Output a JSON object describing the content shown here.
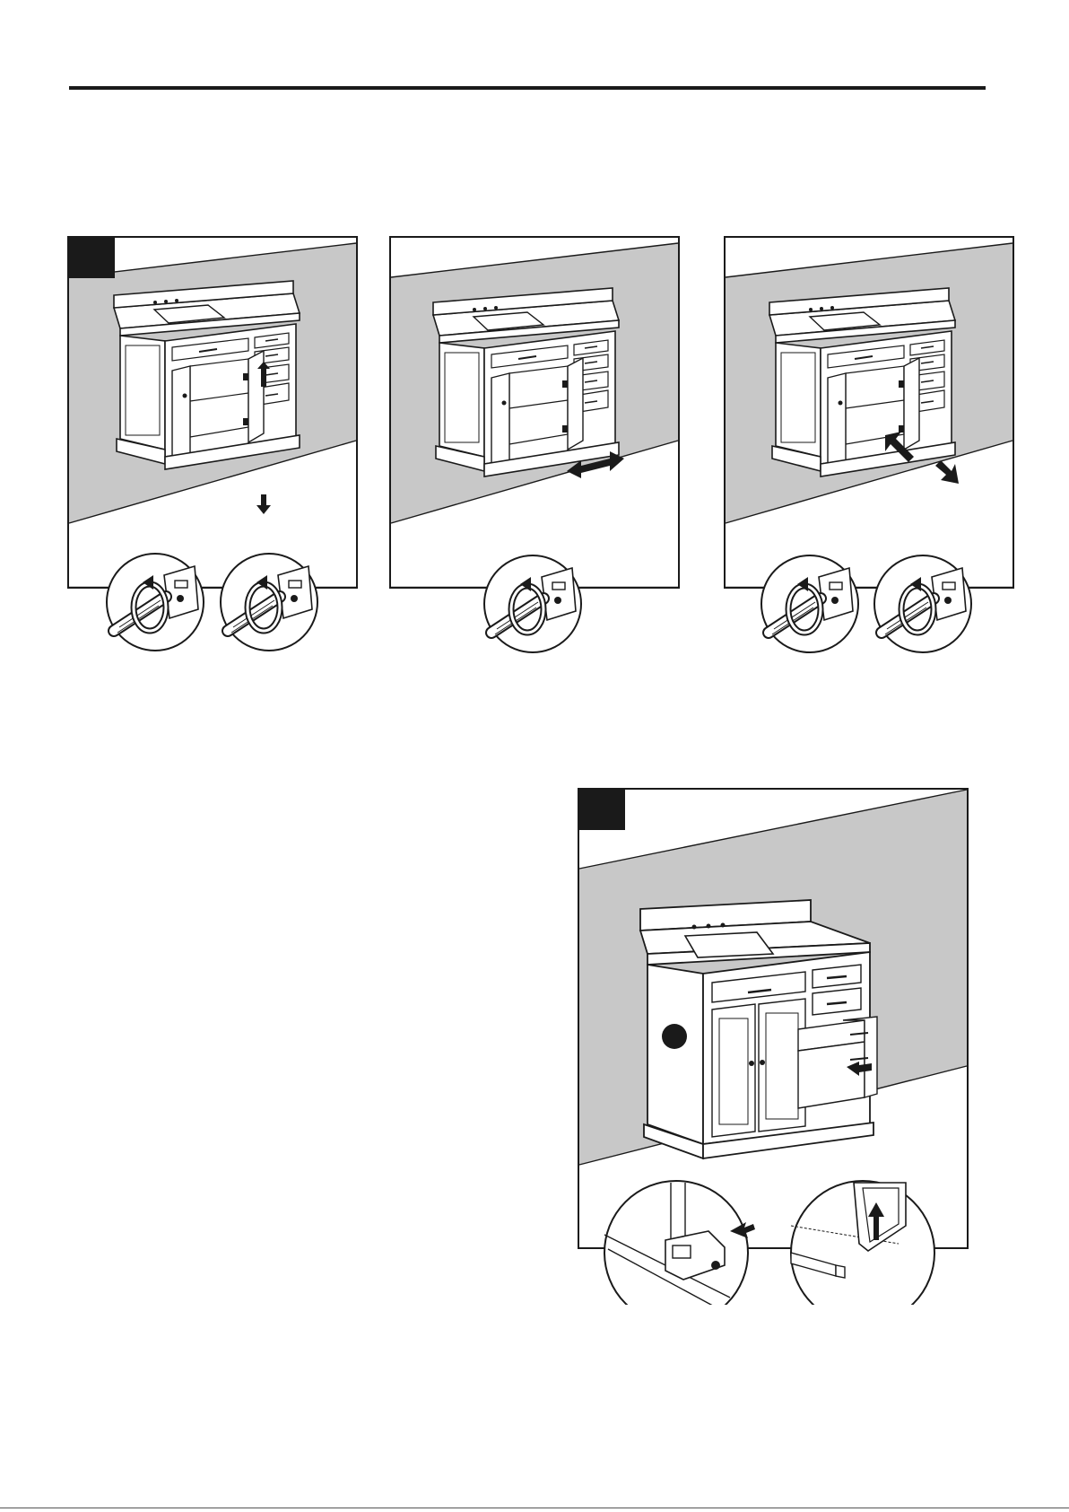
{
  "page": {
    "header_rule": true
  },
  "steps": [
    {
      "number": "",
      "illustration": "cabinet-door-height-adjust"
    },
    {
      "number": "",
      "illustration": "cabinet-door-depth-adjust"
    },
    {
      "number": "",
      "illustration": "cabinet-door-side-adjust"
    },
    {
      "number": "",
      "illustration": "drawer-remove"
    }
  ],
  "colors": {
    "wall": "#c8c8c8",
    "line": "#1a1a1a",
    "badge": "#1a1a1a",
    "paper": "#ffffff"
  },
  "icons": [
    "screwdriver-icon",
    "rotate-arrow-icon",
    "hinge-icon",
    "drawer-slide-icon"
  ]
}
